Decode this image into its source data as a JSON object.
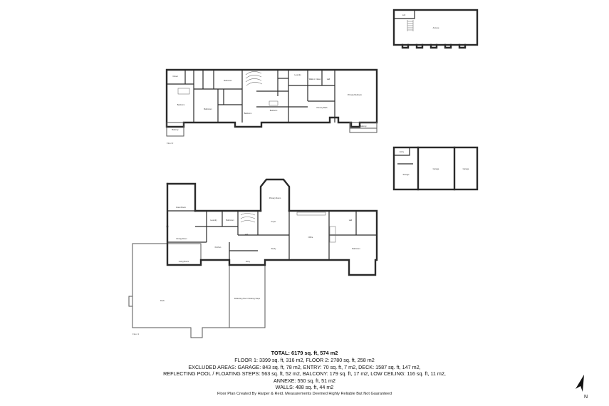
{
  "summary": {
    "total": "TOTAL: 6179 sq. ft, 574 m2",
    "line1": "FLOOR 1: 3399 sq. ft, 316 m2, FLOOR 2: 2780 sq. ft, 258 m2",
    "line2": "EXCLUDED AREAS: GARAGE: 843 sq. ft, 78 m2, ENTRY: 70 sq. ft, 7 m2, DECK: 1587 sq. ft, 147 m2,",
    "line3": "REFLECTING POOL / FLOATING STEPS: 563 sq. ft, 52 m2, BALCONY: 179 sq. ft, 17 m2, LOW CEILING: 116 sq. ft, 11 m2,",
    "line4": "ANNEXE: 550 sq. ft, 51 m2",
    "line5": "WALLS: 488 sq. ft, 44 m2"
  },
  "credit": "Floor Plan Created By Harper & Reid. Measurements Deemed Highly Reliable But Not Guaranteed",
  "compass": {
    "letter": "N"
  },
  "floor_labels": {
    "floor1": "Floor 1",
    "floor2": "Floor 2"
  },
  "rooms": {
    "floor1": {
      "great_room": "Great Room",
      "primary_room": "Primary Room",
      "deck": "Deck",
      "reflecting_pool": "Reflecting Pool / Floating Steps",
      "laundry": "Laundry",
      "office": "Office",
      "kitchen": "Kitchen",
      "dining_room": "Dining Room",
      "living_room": "Living Room",
      "study": "Study",
      "entry": "Entry",
      "foyer": "Foyer",
      "hall": "Hall",
      "bathroom": "Bathroom"
    },
    "floor2": {
      "bedroom_a": "Bedroom",
      "bedroom_b": "Bedroom",
      "bedroom_c": "Bedroom",
      "bathroom_a": "Bathroom",
      "bathroom_b": "Bathroom",
      "primary_bedroom": "Primary Bedroom",
      "primary_bath": "Primary Bath",
      "walk_in": "Walk-in Closet",
      "closet": "Closet",
      "hall": "Hall",
      "balcony_a": "Balcony",
      "balcony_b": "Balcony",
      "laundry": "Laundry"
    },
    "annexe": {
      "annexe": "Annexe",
      "loft": "Loft"
    },
    "garage": {
      "garage_a": "Garage",
      "garage_b": "Garage",
      "storage": "Storage",
      "entry": "Entry"
    }
  }
}
